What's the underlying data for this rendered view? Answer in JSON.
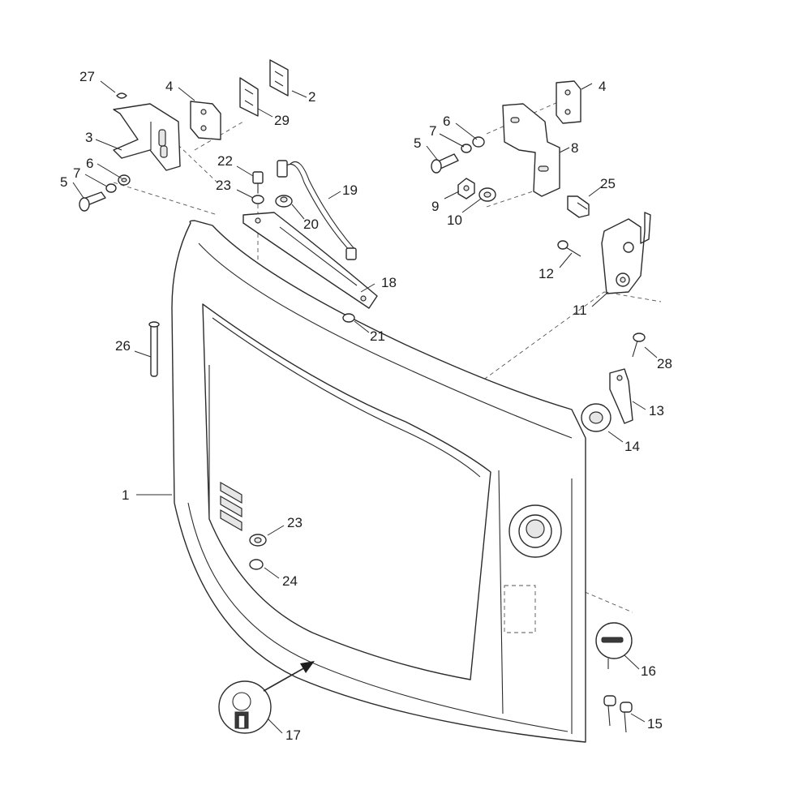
{
  "callouts": [
    {
      "id": "c1",
      "label": "1"
    },
    {
      "id": "c2",
      "label": "2"
    },
    {
      "id": "c3",
      "label": "3"
    },
    {
      "id": "c4a",
      "label": "4"
    },
    {
      "id": "c4b",
      "label": "4"
    },
    {
      "id": "c5a",
      "label": "5"
    },
    {
      "id": "c5b",
      "label": "5"
    },
    {
      "id": "c6a",
      "label": "6"
    },
    {
      "id": "c6b",
      "label": "6"
    },
    {
      "id": "c7a",
      "label": "7"
    },
    {
      "id": "c7b",
      "label": "7"
    },
    {
      "id": "c8",
      "label": "8"
    },
    {
      "id": "c9",
      "label": "9"
    },
    {
      "id": "c10",
      "label": "10"
    },
    {
      "id": "c11",
      "label": "11"
    },
    {
      "id": "c12",
      "label": "12"
    },
    {
      "id": "c13",
      "label": "13"
    },
    {
      "id": "c14",
      "label": "14"
    },
    {
      "id": "c15",
      "label": "15"
    },
    {
      "id": "c16",
      "label": "16"
    },
    {
      "id": "c17",
      "label": "17"
    },
    {
      "id": "c18",
      "label": "18"
    },
    {
      "id": "c19",
      "label": "19"
    },
    {
      "id": "c20",
      "label": "20"
    },
    {
      "id": "c21",
      "label": "21"
    },
    {
      "id": "c22",
      "label": "22"
    },
    {
      "id": "c23a",
      "label": "23"
    },
    {
      "id": "c23b",
      "label": "23"
    },
    {
      "id": "c24",
      "label": "24"
    },
    {
      "id": "c25",
      "label": "25"
    },
    {
      "id": "c26",
      "label": "26"
    },
    {
      "id": "c27",
      "label": "27"
    },
    {
      "id": "c28",
      "label": "28"
    },
    {
      "id": "c29",
      "label": "29"
    }
  ]
}
